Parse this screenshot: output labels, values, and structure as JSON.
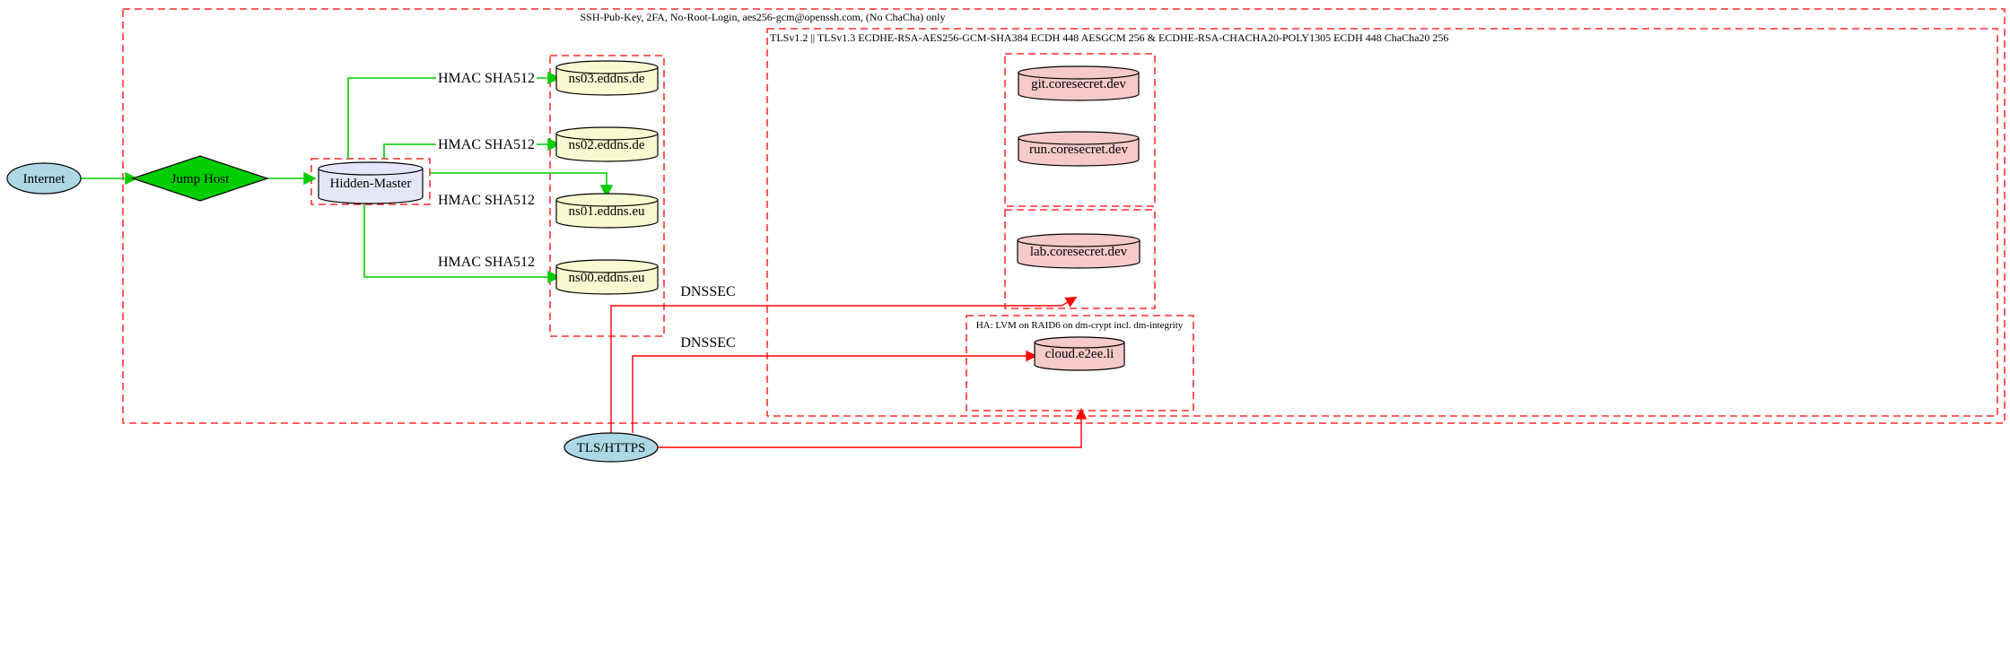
{
  "diagram": {
    "clusters": {
      "ssh": {
        "label": "SSH-Pub-Key, 2FA, No-Root-Login, aes256-gcm@openssh.com, (No ChaCha) only"
      },
      "tls": {
        "label": "TLSv1.2 || TLSv1.3 ECDHE-RSA-AES256-GCM-SHA384 ECDH 448 AESGCM 256 & ECDHE-RSA-CHACHA20-POLY1305 ECDH 448 ChaCha20 256"
      },
      "ha": {
        "label": "HA: LVM on RAID6 on dm-crypt incl. dm-integrity"
      }
    },
    "nodes": {
      "internet": {
        "label": "Internet"
      },
      "jump_host": {
        "label": "Jump Host"
      },
      "hidden_master": {
        "label": "Hidden-Master"
      },
      "ns03": {
        "label": "ns03.eddns.de"
      },
      "ns02": {
        "label": "ns02.eddns.de"
      },
      "ns01": {
        "label": "ns01.eddns.eu"
      },
      "ns00": {
        "label": "ns00.eddns.eu"
      },
      "git": {
        "label": "git.coresecret.dev"
      },
      "run": {
        "label": "run.coresecret.dev"
      },
      "lab": {
        "label": "lab.coresecret.dev"
      },
      "cloud": {
        "label": "cloud.e2ee.li"
      },
      "tls_https": {
        "label": "TLS/HTTPS"
      }
    },
    "edge_labels": {
      "hmac_ns03": "HMAC SHA512",
      "hmac_ns02": "HMAC SHA512",
      "hmac_ns01": "HMAC SHA512",
      "hmac_ns00": "HMAC SHA512",
      "dnssec_1": "DNSSEC",
      "dnssec_2": "DNSSEC"
    },
    "colors": {
      "cluster_border": "#ff0000",
      "red_edge": "#ff0000",
      "green_edge": "#00cc00",
      "node_lightblue": "#add8e6",
      "node_green": "#00cc00",
      "node_lavender": "#e6e6fa",
      "node_lightyellow": "#fafad2",
      "node_pink": "#f6caca"
    }
  }
}
